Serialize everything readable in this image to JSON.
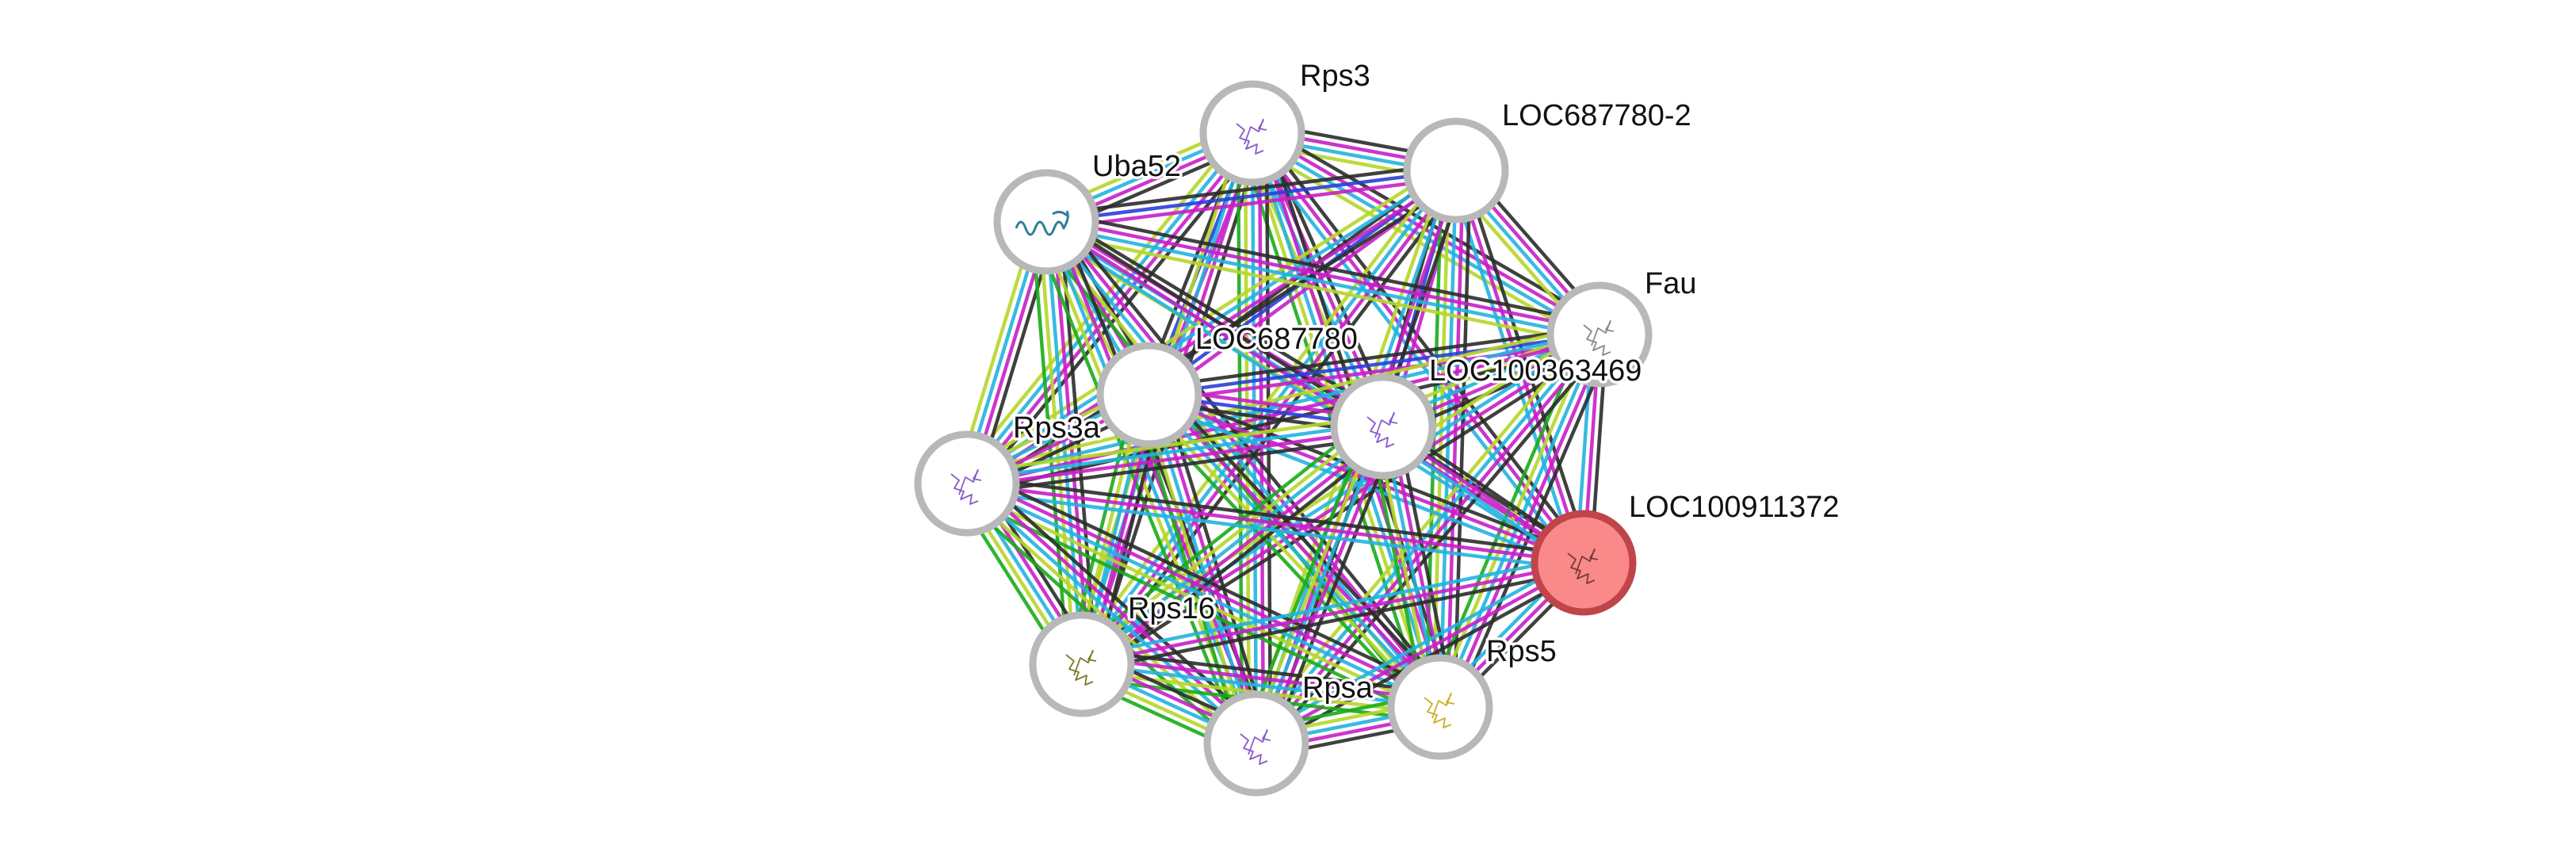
{
  "network": {
    "colors": {
      "edge_black": "#2b2b2b",
      "edge_magenta": "#c81ec8",
      "edge_cyan": "#22b3df",
      "edge_yellowgreen": "#b5d62a",
      "edge_green": "#1aab1a",
      "edge_blue": "#2a3fd8",
      "node_ring": "#b8b8b8",
      "query_fill": "#fa8a8a",
      "query_ring": "#c0454b"
    },
    "nodes": [
      {
        "id": "Rps3",
        "label": "Rps3",
        "query": false,
        "structure": "purple"
      },
      {
        "id": "LOC687780-2",
        "label": "LOC687780-2",
        "query": false,
        "structure": "none"
      },
      {
        "id": "Uba52",
        "label": "Uba52",
        "query": false,
        "structure": "teal"
      },
      {
        "id": "Fau",
        "label": "Fau",
        "query": false,
        "structure": "gray"
      },
      {
        "id": "LOC687780",
        "label": "LOC687780",
        "query": false,
        "structure": "none"
      },
      {
        "id": "LOC100363469",
        "label": "LOC100363469",
        "query": false,
        "structure": "purple"
      },
      {
        "id": "Rps3a",
        "label": "Rps3a",
        "query": false,
        "structure": "purple"
      },
      {
        "id": "LOC100911372",
        "label": "LOC100911372",
        "query": true,
        "structure": "dark"
      },
      {
        "id": "Rps16",
        "label": "Rps16",
        "query": false,
        "structure": "olive"
      },
      {
        "id": "Rps5",
        "label": "Rps5",
        "query": false,
        "structure": "yellow"
      },
      {
        "id": "Rpsa",
        "label": "Rpsa",
        "query": false,
        "structure": "purple"
      }
    ],
    "evidence_types": [
      "edge_black",
      "edge_magenta",
      "edge_cyan",
      "edge_yellowgreen",
      "edge_green",
      "edge_blue"
    ]
  }
}
